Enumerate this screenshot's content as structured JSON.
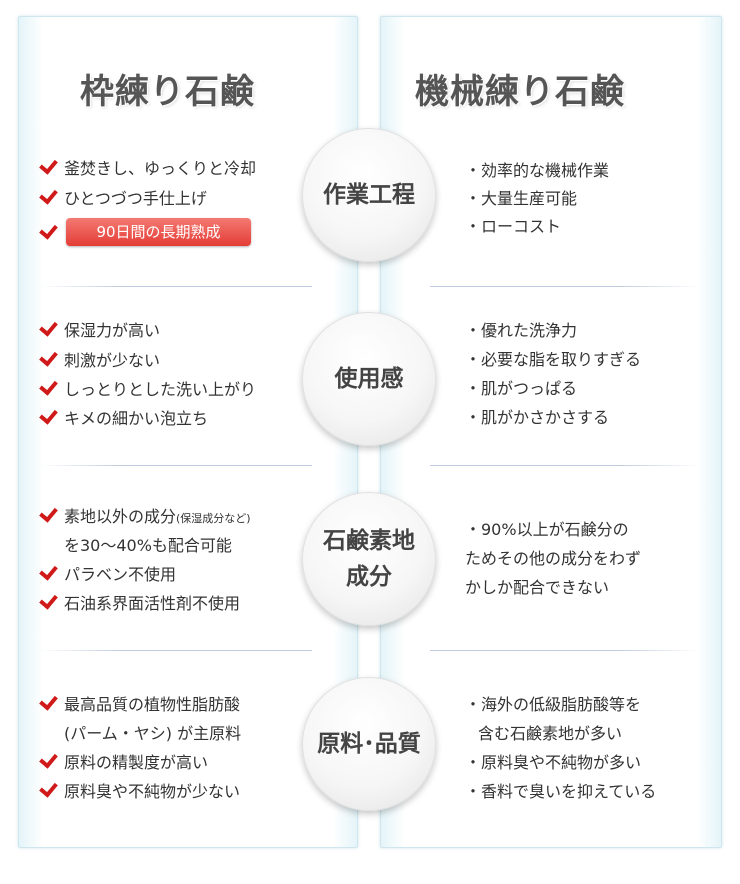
{
  "titles": {
    "left": "枠練り石鹸",
    "right": "機械練り石鹸"
  },
  "sections": [
    {
      "label_lines": [
        "作業工程"
      ],
      "left": [
        "釜焚きし、ゆっくりと冷却",
        "ひとつづつ手仕上げ"
      ],
      "badge": "90日間の長期熟成",
      "right": [
        "・効率的な機械作業",
        "・大量生産可能",
        "・ローコスト"
      ]
    },
    {
      "label_lines": [
        "使用感"
      ],
      "left": [
        "保湿力が高い",
        "刺激が少ない",
        "しっとりとした洗い上がり",
        "キメの細かい泡立ち"
      ],
      "right": [
        "・優れた洗浄力",
        "・必要な脂を取りすぎる",
        "・肌がつっぱる",
        "・肌がかさかさする"
      ]
    },
    {
      "label_lines": [
        "石鹸素地",
        "成分"
      ],
      "left": [
        "素地以外の成分",
        "を30～40%も配合可能",
        "パラベン不使用",
        "石油系界面活性剤不使用"
      ],
      "left_note": "(保湿成分など)",
      "right": [
        "・90%以上が石鹸分の",
        "ためその他の成分をわず",
        "かしか配合できない"
      ]
    },
    {
      "label_lines": [
        "原料･品質"
      ],
      "left": [
        "最高品質の植物性脂肪酸",
        "(パーム・ヤシ) が主原料",
        "原料の精製度が高い",
        "原料臭や不純物が少ない"
      ],
      "right": [
        "・海外の低級脂肪酸等を",
        "含む石鹸素地が多い",
        "・原料臭や不純物が多い",
        "・香料で臭いを抑えている"
      ]
    }
  ]
}
